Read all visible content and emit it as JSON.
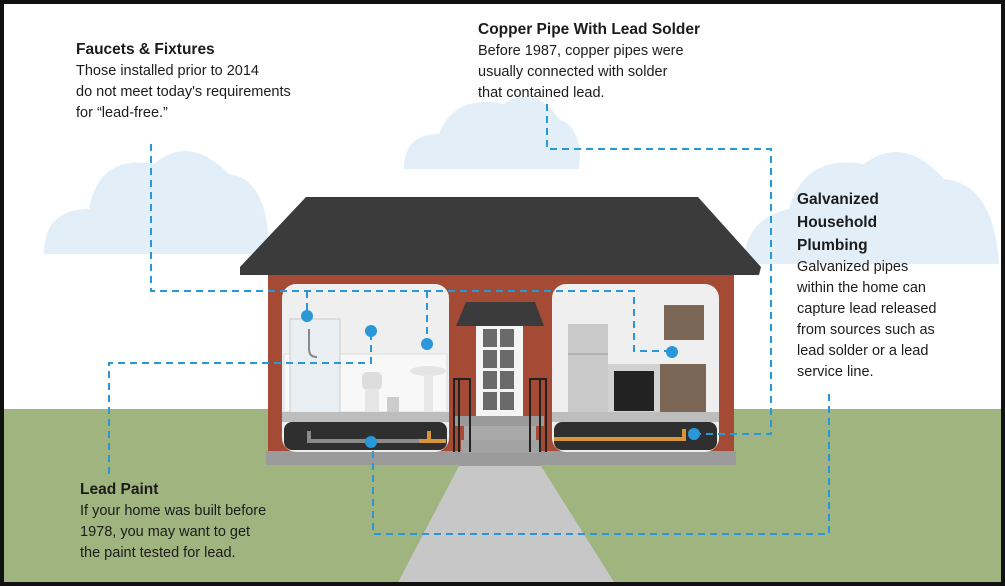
{
  "callouts": {
    "faucets": {
      "title": "Faucets & Fixtures",
      "body": [
        "Those installed prior to 2014",
        "do not meet today's requirements",
        "for “lead-free.”"
      ]
    },
    "copper": {
      "title": "Copper Pipe With Lead Solder",
      "body": [
        "Before 1987, copper pipes were",
        "usually connected with solder",
        "that contained lead."
      ]
    },
    "galvanized": {
      "title": [
        "Galvanized",
        "Household",
        "Plumbing"
      ],
      "body": [
        "Galvanized pipes",
        "within the home can",
        "capture lead released",
        "from sources such as",
        "lead solder or a lead",
        "service line."
      ]
    },
    "paint": {
      "title": "Lead Paint",
      "body": [
        "If your home was built before",
        "1978, you may want to get",
        "the paint tested for lead."
      ]
    }
  },
  "colors": {
    "accent": "#2a98d8",
    "brick": "#a54a34",
    "roof": "#3b3b3b",
    "grass": "#9fb47e",
    "cloud": "#e2eff9"
  }
}
